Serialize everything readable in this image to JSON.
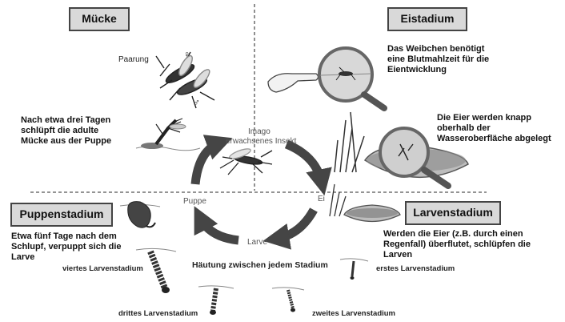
{
  "sections": {
    "muecke": "Mücke",
    "eistadium": "Eistadium",
    "puppenstadium": "Puppenstadium",
    "larvenstadium": "Larvenstadium"
  },
  "texts": {
    "paarung": "Paarung",
    "schluepft": "Nach etwa drei Tagen\nschlüpft die adulte\nMücke aus der Puppe",
    "weibchen": "Das Weibchen benötigt\neine Blutmahlzeit für die\nEientwicklung",
    "eier_knapp": "Die Eier werden knapp\noberhalb der\nWasseroberfläche abgelegt",
    "fuenf_tage": "Etwa fünf Tage nach dem\nSchlupf, verpuppt sich die\nLarve",
    "ueberflutet": "Werden die Eier (z.B. durch einen\nRegenfall) überflutet, schlüpfen die\nLarven"
  },
  "cycle": {
    "imago": "Imago",
    "erwachsen": "erwachsenes Insekt",
    "ei": "Ei",
    "larve": "Larve",
    "puppe": "Puppe",
    "haeutung": "Häutung zwischen jedem Stadium"
  },
  "larval_stages": {
    "viertes": "viertes Larvenstadium",
    "drittes": "drittes Larvenstadium",
    "zweites": "zweites Larvenstadium",
    "erstes": "erstes Larvenstadium"
  },
  "symbols": {
    "female": "♀",
    "male": "♂"
  },
  "colors": {
    "arrow": "#454545",
    "box_fill": "#d9d9d9",
    "box_border": "#444444",
    "divider": "#555555"
  }
}
